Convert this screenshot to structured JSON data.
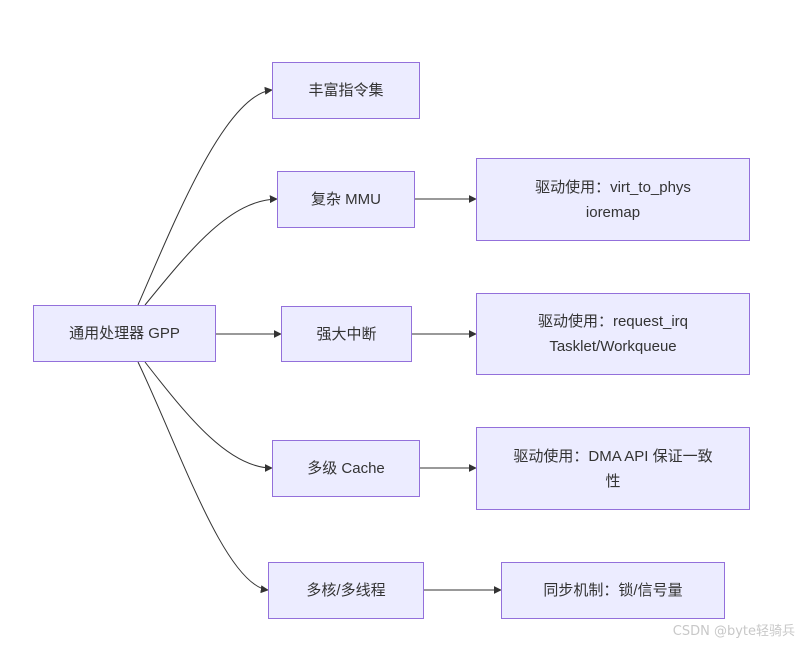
{
  "nodes": {
    "gpp": "通用处理器 GPP",
    "isa": "丰富指令集",
    "mmu": "复杂 MMU",
    "interrupt": "强大中断",
    "cache": "多级 Cache",
    "multicore": "多核/多线程",
    "mmu_usage": "驱动使用：virt_to_phys ioremap",
    "interrupt_usage": "驱动使用：request_irq Tasklet/Workqueue",
    "cache_usage": "驱动使用：DMA API 保证一致性",
    "sync": "同步机制：锁/信号量"
  },
  "watermark": "CSDN @byte轻骑兵",
  "colors": {
    "node_fill": "#ECECFF",
    "node_border": "#9370DB",
    "edge": "#333333"
  }
}
